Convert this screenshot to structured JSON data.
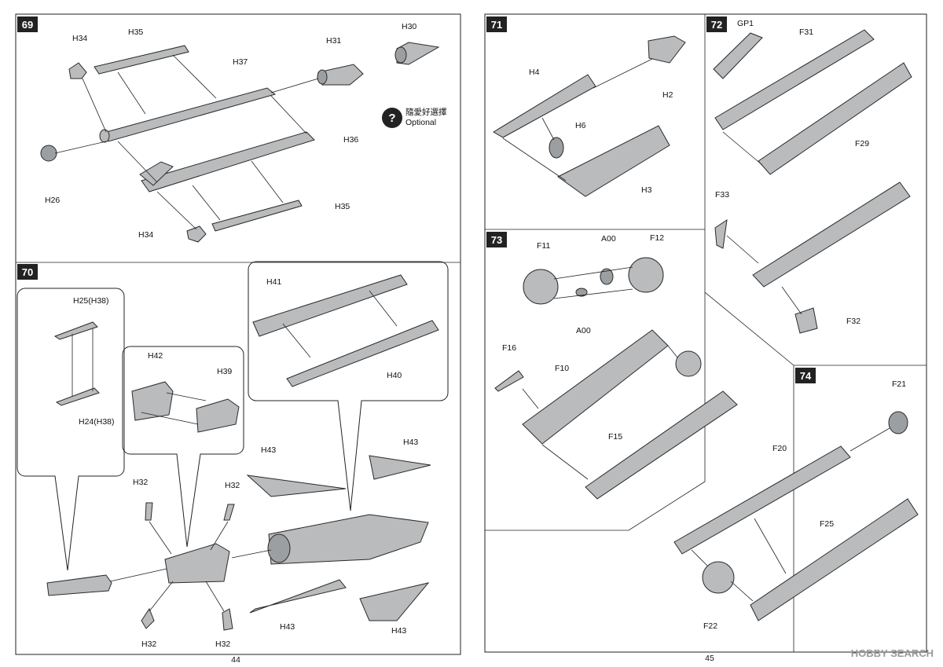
{
  "steps": [
    "69",
    "70",
    "71",
    "72",
    "73",
    "74"
  ],
  "labels": {
    "s69": [
      "H35",
      "H34",
      "H37",
      "H31",
      "H30",
      "H36",
      "H26",
      "H35",
      "H34"
    ],
    "optional_cn": "隨愛好選擇",
    "optional_en": "Optional",
    "s70": [
      "H25(H38)",
      "H24(H38)",
      "H42",
      "H39",
      "H41",
      "H40",
      "H43",
      "H43",
      "H43",
      "H43",
      "H32",
      "H32",
      "H32",
      "H32"
    ],
    "s71": [
      "H4",
      "H2",
      "H6",
      "H3"
    ],
    "s72": [
      "GP1",
      "F31",
      "F29",
      "F33",
      "F32"
    ],
    "s73": [
      "F11",
      "A00",
      "F12",
      "A00",
      "F16",
      "F10",
      "F15"
    ],
    "s74": [
      "F21",
      "F20",
      "F25",
      "F22"
    ]
  },
  "page_numbers": [
    "44",
    "45"
  ],
  "watermark": "HOBBY SEARCH",
  "colors": {
    "part": "#b9bbbc",
    "step_bg": "#222222"
  }
}
